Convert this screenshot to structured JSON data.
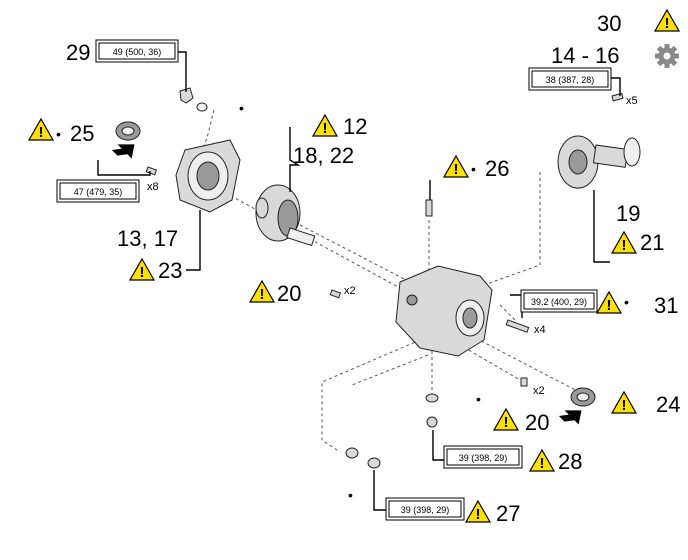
{
  "callouts": {
    "c29": "29",
    "c30": "30",
    "c14_16": "14 - 16",
    "c25": "25",
    "c12": "12",
    "c18_22": "18, 22",
    "c26": "26",
    "c19": "19",
    "c21": "21",
    "c13_17": "13, 17",
    "c23": "23",
    "c20a": "20",
    "c31": "31",
    "c24": "24",
    "c20b": "20",
    "c28": "28",
    "c27": "27"
  },
  "torques": {
    "t29": "49 (500, 36)",
    "t19": "38 (387, 28)",
    "t25": "47 (479, 35)",
    "t31": "39.2 (400, 29)",
    "t28": "39 (398, 29)",
    "t27": "39 (398, 29)"
  },
  "multipliers": {
    "m19": "x5",
    "m25": "x8",
    "m20a": "x2",
    "m31": "x4",
    "m20b": "x2"
  },
  "bullet": "•",
  "icons": {
    "caution": "caution-triangle-icon",
    "gear": "gear-icon",
    "arrow": "press-arrow-icon"
  },
  "colors": {
    "caution_fill": "#ffe000",
    "gear": "#8a8a8a"
  }
}
